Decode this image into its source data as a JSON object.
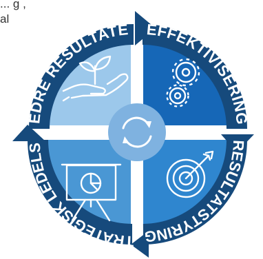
{
  "intro": {
    "top_line": "... g   ,",
    "side_line": "al"
  },
  "segments": [
    {
      "id": "top-left",
      "label": "BEDRE RESULTATER",
      "icon": "plant-in-hand-icon"
    },
    {
      "id": "top-right",
      "label": "EFFEKTIVISERING",
      "icon": "gears-icon"
    },
    {
      "id": "bottom-right",
      "label": "RESULTATSTYRING",
      "icon": "target-arrow-icon"
    },
    {
      "id": "bottom-left",
      "label": "STRATEGISK LEDELSE",
      "icon": "presentation-chart-icon"
    }
  ],
  "center_icon": "refresh-cycle-icon",
  "colors": {
    "light_blue": "#9cc8eb",
    "medium_blue": "#4a97d4",
    "bright_blue": "#2f86cf",
    "dark_blue": "#1667b7",
    "navy": "#164a7c",
    "center": "#7fb2e0"
  }
}
